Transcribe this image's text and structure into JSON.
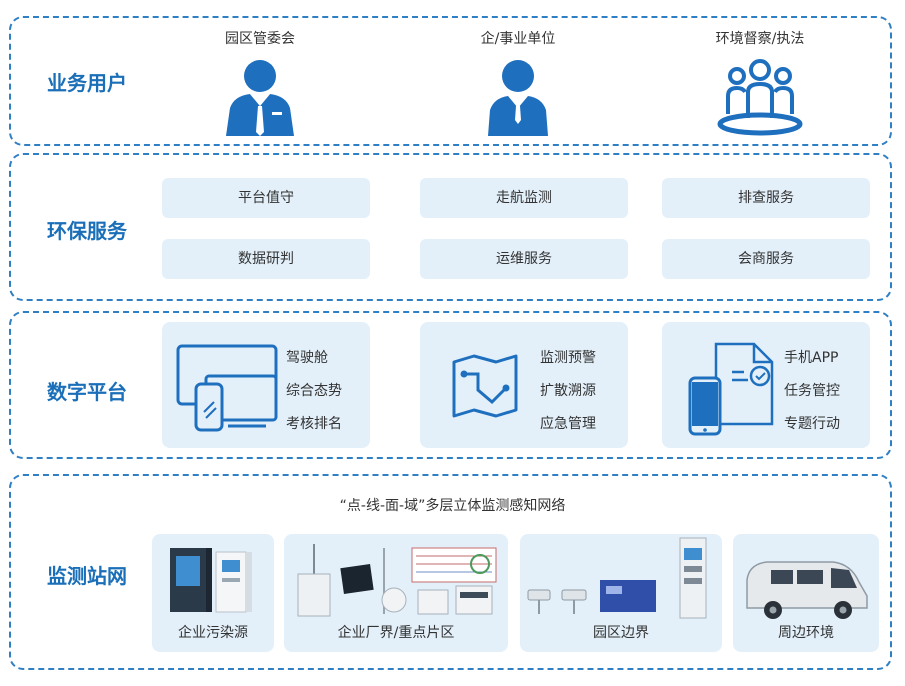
{
  "rows": {
    "users": {
      "title": "业务用户",
      "items": [
        "园区管委会",
        "企/事业单位",
        "环境督察/执法"
      ]
    },
    "services": {
      "title": "环保服务",
      "items": [
        "平台值守",
        "走航监测",
        "排查服务",
        "数据研判",
        "运维服务",
        "会商服务"
      ]
    },
    "platform": {
      "title": "数字平台",
      "groups": [
        {
          "items": [
            "驾驶舱",
            "综合态势",
            "考核排名"
          ]
        },
        {
          "items": [
            "监测预警",
            "扩散溯源",
            "应急管理"
          ]
        },
        {
          "items": [
            "手机APP",
            "任务管控",
            "专题行动"
          ]
        }
      ]
    },
    "network": {
      "title": "监测站网",
      "caption": "“点-线-面-域”多层立体监测感知网络",
      "sites": [
        "企业污染源",
        "企业厂界/重点片区",
        "园区边界",
        "周边环境"
      ]
    }
  },
  "colors": {
    "accent": "#1a6fb8",
    "icon_blue": "#1f6fbf",
    "tile_bg": "#e3f0fa",
    "border": "#2f7fc4"
  }
}
